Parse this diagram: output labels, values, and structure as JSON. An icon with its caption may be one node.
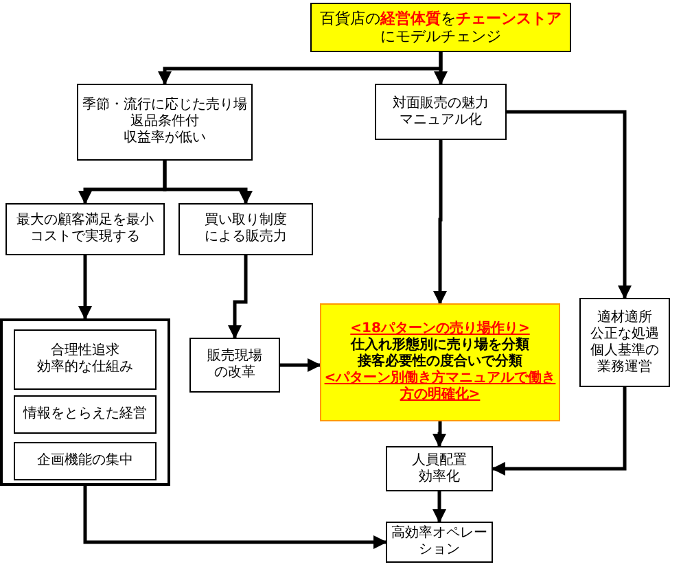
{
  "diagram": {
    "nodes": [
      {
        "text": [
          "百貨店の**経営体質**を**チェーンストア**にモデルチェンジ"
        ]
      },
      {
        "text": [
          "季節・流行に応じた売り場",
          "返品条件付",
          "収益率が低い"
        ]
      },
      {
        "text": [
          "対面販売の魅力マニュアル化"
        ]
      },
      {
        "text": [
          "最大の顧客満足を最小コストで実現する"
        ]
      },
      {
        "text": [
          "買い取り制度による販売力"
        ]
      },
      {
        "text": [],
        "shape": "box"
      },
      {
        "text": [
          "合理性追求",
          "効率的な仕組み"
        ],
        "in": 5
      },
      {
        "text": [
          "情報をとらえた経営"
        ],
        "in": 5
      },
      {
        "text": [
          "企画機能の集中"
        ],
        "in": 5
      },
      {
        "text": [
          "販売現場の改革"
        ]
      },
      {
        "text": [
          "<18パターンの売り場作り>",
          "仕入れ形態別に売り場を分類",
          "接客必要性の度合いで分類",
          "<パターン別働き方マニュアルで働き方の明確化>"
        ]
      },
      {
        "text": [
          "適材適所",
          "公正な処遇",
          "個人基準の業務運営"
        ]
      },
      {
        "text": [
          "人員配置効率化"
        ]
      },
      {
        "text": [
          "高効率オペレーション"
        ]
      }
    ],
    "edges": [
      {
        "from": 0,
        "to": 1,
        "arrow": "to"
      },
      {
        "from": 0,
        "to": 2,
        "arrow": "to"
      },
      {
        "from": 1,
        "to": 3,
        "arrow": "to"
      },
      {
        "from": 1,
        "to": 4,
        "arrow": "to"
      },
      {
        "from": 3,
        "to": 5,
        "arrow": "to"
      },
      {
        "from": 4,
        "to": 9,
        "arrow": "to"
      },
      {
        "from": 9,
        "to": 10,
        "arrow": "to"
      },
      {
        "from": 2,
        "to": 10,
        "arrow": "to"
      },
      {
        "from": 2,
        "to": 11,
        "arrow": "to"
      },
      {
        "from": 10,
        "to": 12,
        "arrow": "to"
      },
      {
        "from": 11,
        "to": 12,
        "arrow": "to"
      },
      {
        "from": 12,
        "to": 13,
        "arrow": "to"
      },
      {
        "from": 5,
        "to": 13,
        "arrow": "to"
      }
    ]
  }
}
